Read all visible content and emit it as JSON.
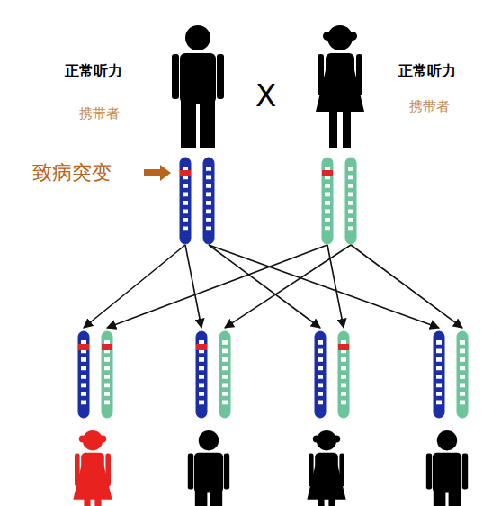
{
  "diagram": {
    "labels": [
      "正常听力",
      "携带者",
      "X",
      "正常听力",
      "携带者",
      "致病突变"
    ]
  }
}
